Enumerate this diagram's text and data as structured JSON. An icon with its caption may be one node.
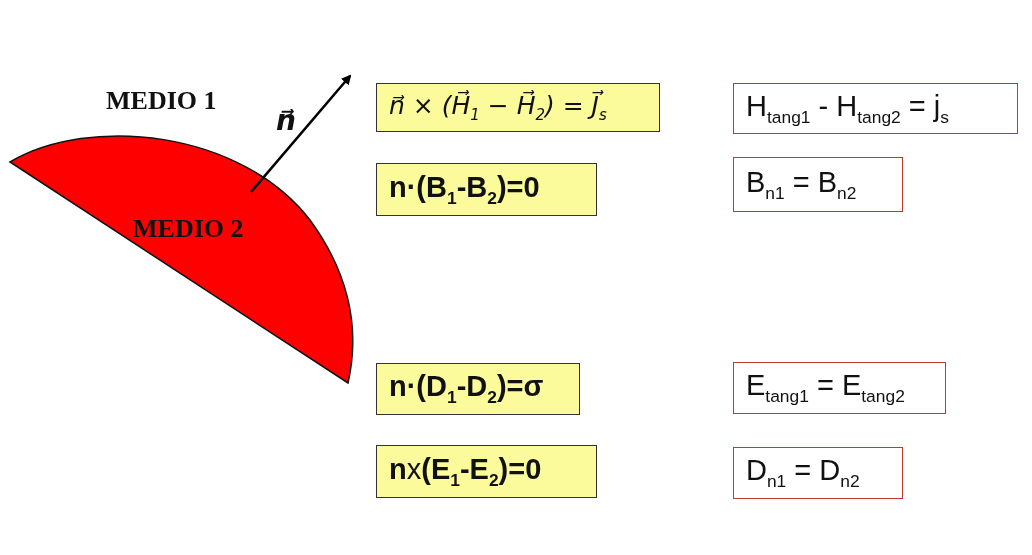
{
  "diagram": {
    "nodes": [
      {
        "text": [
          "n⃗ × (H⃗$_{1}$ − H⃗$_{2}$) = J⃗$_{s}$"
        ]
      },
      {
        "text": [
          "n·(B$_{1}$-B$_{2}$)=0"
        ]
      },
      {
        "text": [
          "n·(D$_{1}$-D$_{2}$)=σ"
        ]
      },
      {
        "text": [
          "**n**x**(E$_{1}$-E$_{2}$)=0**"
        ]
      },
      {
        "text": [
          "H$_{tang1}$ - H$_{tang2}$ = j$_{s}$"
        ]
      },
      {
        "text": [
          "B$_{n1}$ = B$_{n2}$"
        ]
      },
      {
        "text": [
          "E$_{tang1}$ = E$_{tang2}$"
        ]
      },
      {
        "text": [
          "D$_{n1}$ = D$_{n2}$"
        ]
      }
    ],
    "labels": [
      "MEDIO 1",
      "n⃗",
      "MEDIO 2"
    ]
  }
}
